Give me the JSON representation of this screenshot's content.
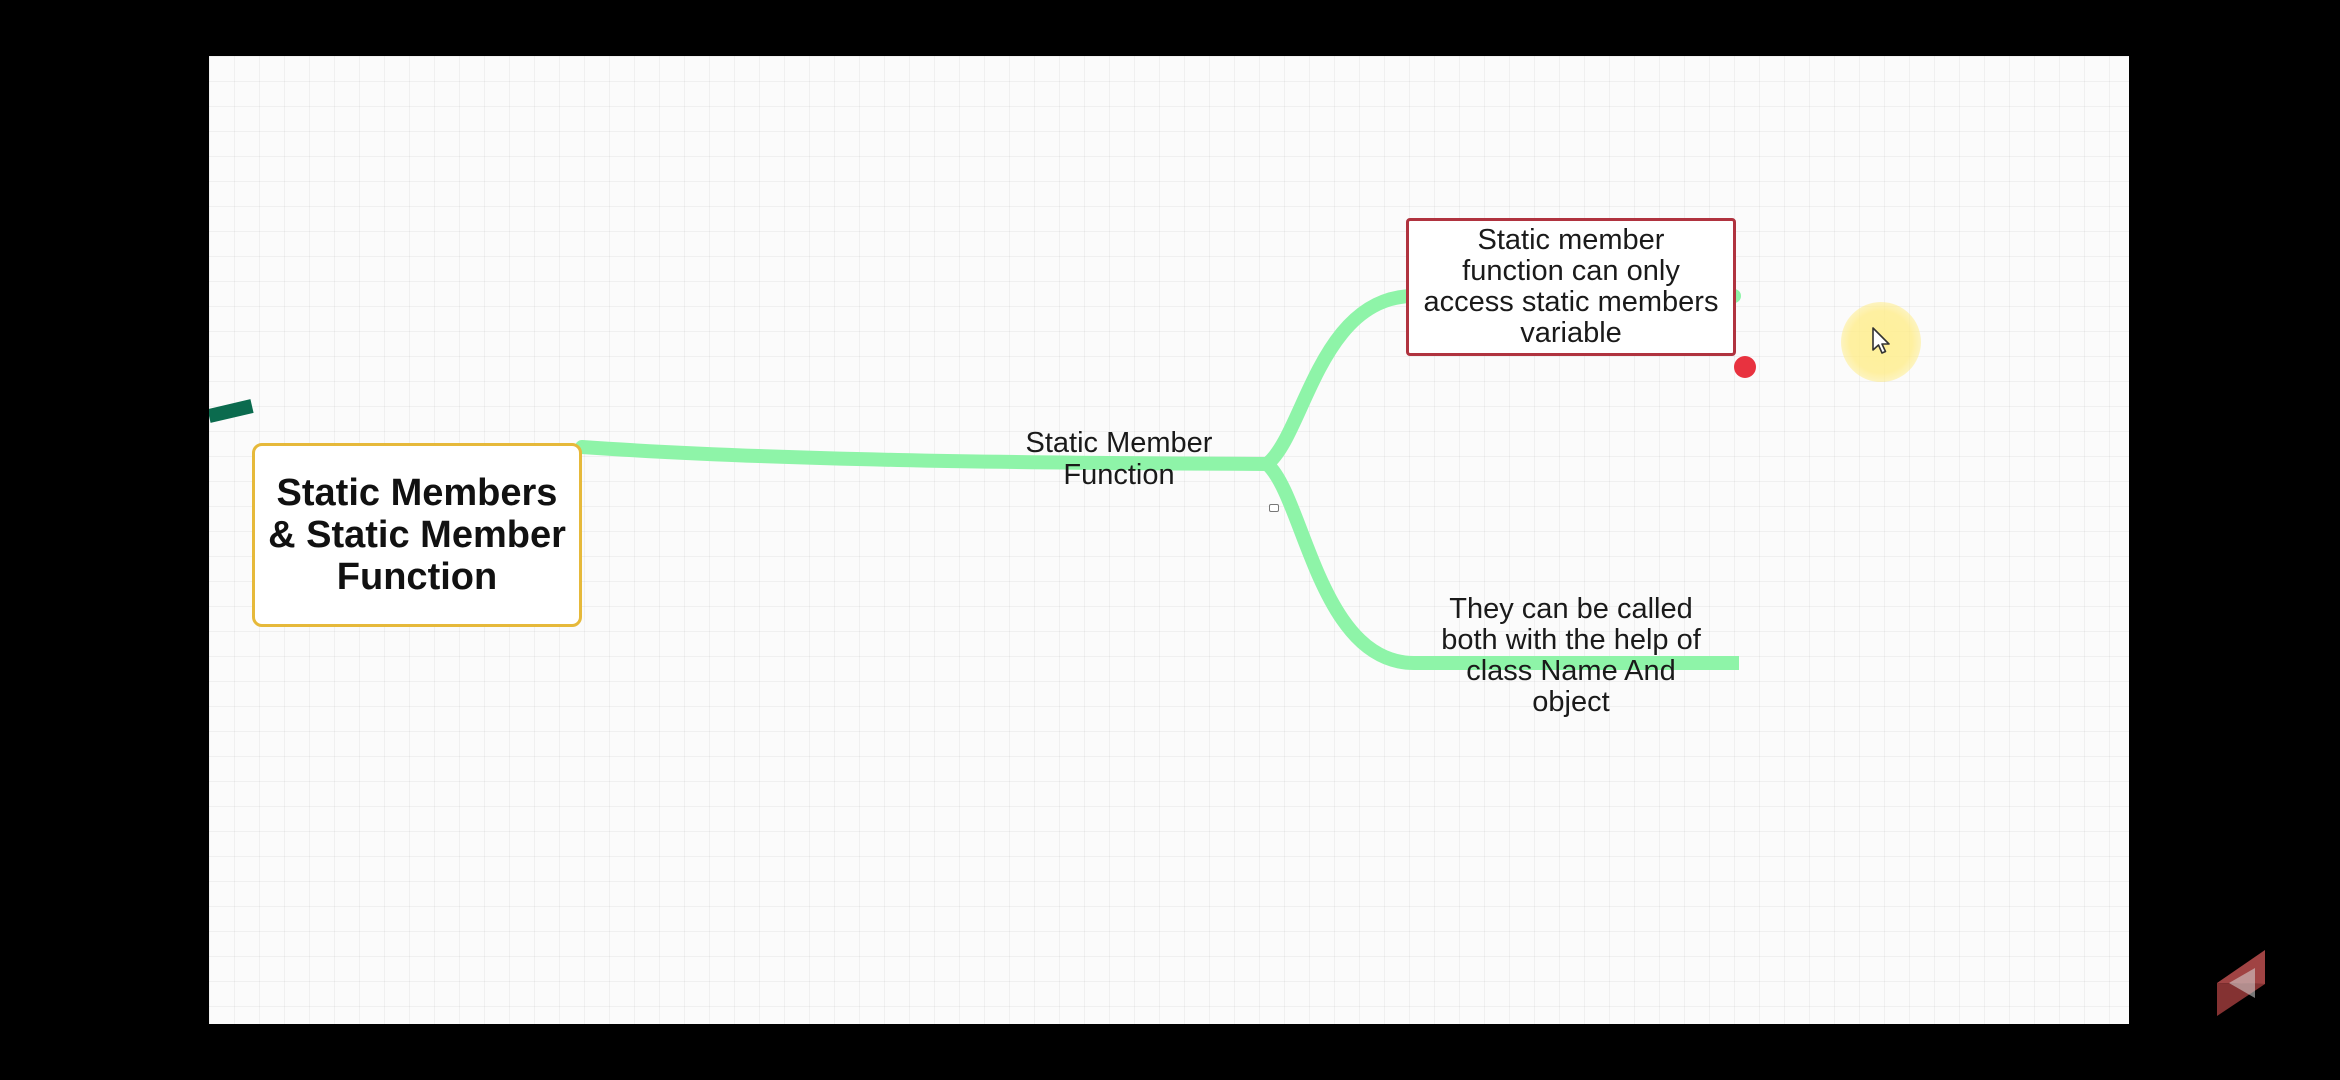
{
  "mindmap": {
    "root": {
      "label": "Static Members & Static Member Function"
    },
    "branch": {
      "label": "Static Member\nFunction"
    },
    "leaves": [
      {
        "label": "Static member function can only access static members variable",
        "boxed": true
      },
      {
        "label": "They can be called\nboth with the help of\nclass Name And\nobject",
        "boxed": false
      }
    ]
  },
  "colors": {
    "background": "#000000",
    "canvas": "#fbfbfb",
    "branch_line": "#8ef4a8",
    "incoming_line": "#0b6b4e",
    "root_border": "#e6b93a",
    "leaf_border": "#b0333f",
    "marker": "#e8323f",
    "cursor_halo": "#fff08a",
    "logo_fill": "#b14a4a"
  },
  "icons": {
    "cursor": "mouse-pointer-icon",
    "logo": "play-triangle-logo-icon",
    "collapse": "collapse-toggle-icon"
  }
}
